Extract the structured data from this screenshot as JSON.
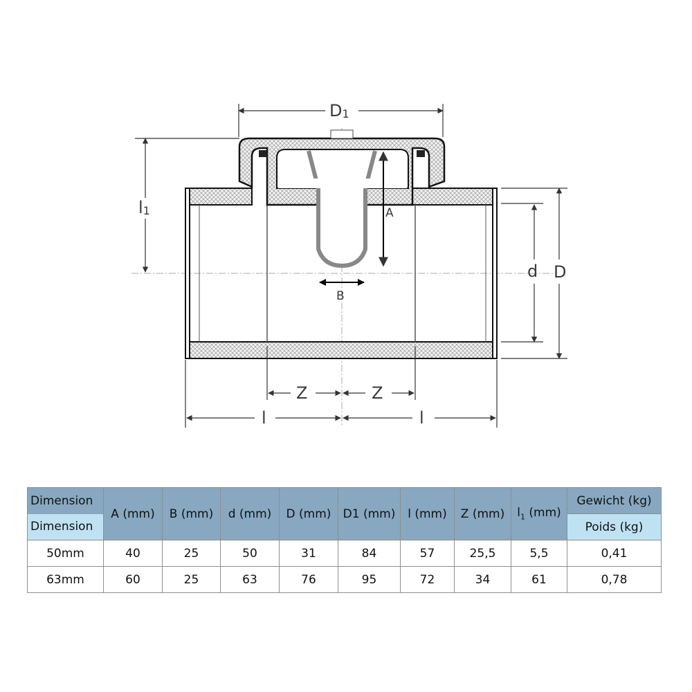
{
  "drawing": {
    "labels": {
      "D1_base": "D",
      "D1_sub": "1",
      "l1_base": "l",
      "l1_sub": "1",
      "A": "A",
      "B": "B",
      "d": "d",
      "D": "D",
      "Z_left": "Z",
      "Z_right": "Z",
      "l_left": "l",
      "l_right": "l"
    }
  },
  "table": {
    "dimension_label_1": "Dimension",
    "dimension_label_2": "Dimension",
    "columns": [
      "A (mm)",
      "B (mm)",
      "d (mm)",
      "D (mm)",
      "D1 (mm)",
      "l (mm)",
      "Z (mm)"
    ],
    "l1_column": {
      "base": "l",
      "sub": "1",
      "unit": " (mm)"
    },
    "weight_label_de": "Gewicht (kg)",
    "weight_label_fr": "Poids (kg)",
    "rows": [
      {
        "dimension": "50mm",
        "values": [
          "40",
          "25",
          "50",
          "31",
          "84",
          "57",
          "25,5",
          "5,5",
          "0,41"
        ]
      },
      {
        "dimension": "63mm",
        "values": [
          "60",
          "25",
          "63",
          "76",
          "95",
          "72",
          "34",
          "61",
          "0,78"
        ]
      }
    ]
  },
  "colors": {
    "header_dark": "#87a8c0",
    "header_light": "#bfe2f3"
  }
}
